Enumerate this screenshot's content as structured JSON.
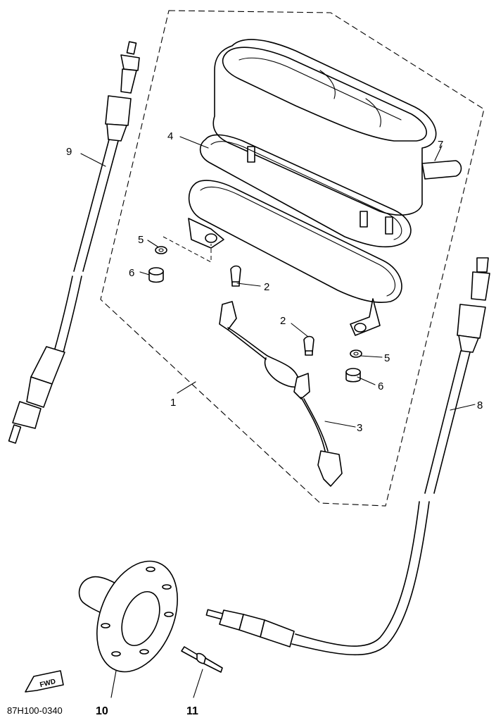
{
  "diagram_code": "87H100-0340",
  "fwd_text": "FWD",
  "labels": {
    "p1": "1",
    "p2a": "2",
    "p2b": "2",
    "p3": "3",
    "p4": "4",
    "p5a": "5",
    "p5b": "5",
    "p6a": "6",
    "p6b": "6",
    "p7": "7",
    "p8": "8",
    "p9": "9",
    "p10": "10",
    "p11": "11"
  }
}
